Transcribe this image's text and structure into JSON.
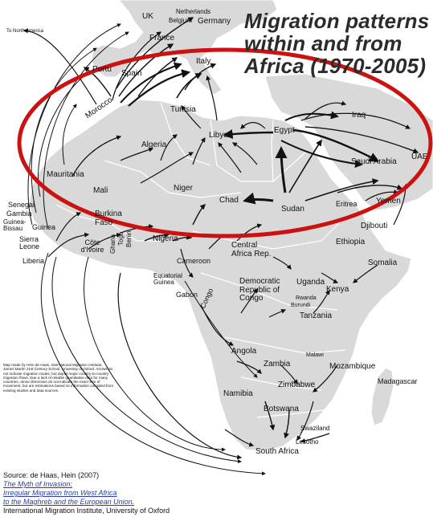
{
  "title": [
    "Migration patterns",
    "within and from",
    "Africa (1970-2005)"
  ],
  "labels": {
    "uk": "UK",
    "netherlands": "Netherlands",
    "belgium": "Belgium",
    "germany": "Germany",
    "to_north_america": "To North America",
    "france": "France",
    "portugal": "Portu",
    "spain": "Spain",
    "italy": "Italy",
    "morocco": "Morocco",
    "tunisia": "Tunisia",
    "algeria": "Algeria",
    "libya": "Libya",
    "egypt": "Egypt",
    "iraq": "Iraq",
    "uae": "UAE",
    "saudi_arabia": "Saudi Arabia",
    "mauritania": "Mauritania",
    "mali": "Mali",
    "niger": "Niger",
    "chad": "Chad",
    "sudan": "Sudan",
    "eritrea": "Eritrea",
    "yemen": "Yemen",
    "djibouti": "Djibouti",
    "ethiopia": "Ethiopia",
    "senegal": "Senegal",
    "gambia": "Gambia",
    "guinea_bissau": "Guinea-\nBissau",
    "guinea": "Guinea",
    "sierra_leone": "Sierra\nLeone",
    "liberia": "Liberia",
    "burkina_faso": "Burkina\nFaso",
    "cote_divoire": "Côte\nd'Ivoire",
    "ghana": "Ghana",
    "togo": "Togo",
    "benin": "Benin",
    "nigeria": "Nigeria",
    "cameroon": "Cameroon",
    "equatorial_guinea": "Equatorial\nGuinea",
    "gabon": "Gabon",
    "congo": "Congo",
    "central_africa_rep": "Central\nAfrica Rep.",
    "drc": "Democratic\nRepublic of\nCongo",
    "uganda": "Uganda",
    "kenya": "Kenya",
    "somalia": "Somalia",
    "rwanda": "Rwanda",
    "burundi": "Burundi",
    "tanzania": "Tanzania",
    "angola": "Angola",
    "zambia": "Zambia",
    "malawi": "Malawi",
    "mozambique": "Mozambique",
    "madagascar": "Madagascar",
    "namibia": "Namibia",
    "zimbabwe": "Zimbabwe",
    "botswana": "Botswana",
    "swaziland": "Swaziland",
    "lesotho": "Lesotho",
    "south_africa": "South Africa"
  },
  "notes": "Map made by Hein de Haas, International Migration Institute, James Martin 21st Century School, University of Oxford. Arrows do not indicate migration routes, but depict major country-to-country migration flows. Due a lack of reliable quantitative data for many countries, arrow dimension do not indicate the exact size of movement, but are estimations based on information compiled from existing studies and data sources.",
  "source": {
    "line1": "Source: de Haas, Hein (2007)",
    "line2": "The Myth of Invasion:",
    "line3": "Irregular Migration from West Africa",
    "line4": "to the Maghreb and the European Union.",
    "line5": "International Migration Institute, University of Oxford"
  },
  "colors": {
    "land": "#d9d9d9",
    "land_border": "#ffffff",
    "arrow": "#111111",
    "highlight_ellipse": "#cc1111",
    "link": "#2a3ea8"
  }
}
